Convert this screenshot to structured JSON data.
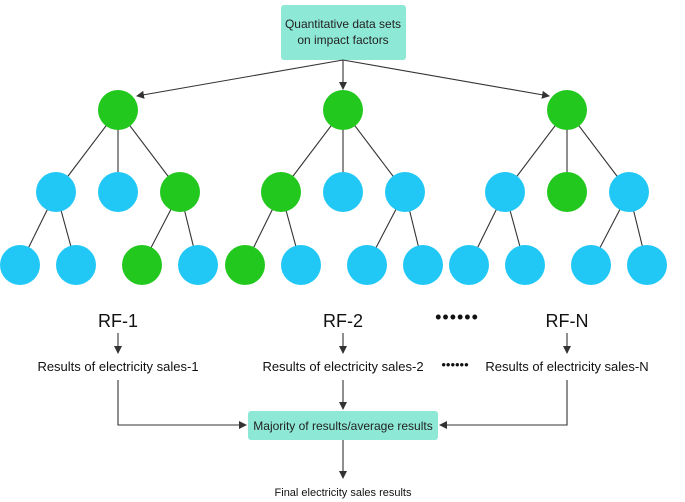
{
  "colors": {
    "green_node": "#22c81e",
    "blue_node": "#22c8f5",
    "box_fill": "#8ee8d6",
    "line": "#333333"
  },
  "top_box": {
    "line1": "Quantitative data sets",
    "line2": "on impact factors"
  },
  "trees": [
    {
      "label": "RF-1",
      "result": "Results of electricity sales-1",
      "nodes": [
        {
          "id": "root",
          "color": "green"
        },
        {
          "id": "c1",
          "color": "blue"
        },
        {
          "id": "c2",
          "color": "blue"
        },
        {
          "id": "c3",
          "color": "green"
        },
        {
          "id": "g1",
          "color": "blue"
        },
        {
          "id": "g2",
          "color": "blue"
        },
        {
          "id": "g3",
          "color": "green"
        },
        {
          "id": "g4",
          "color": "blue"
        }
      ]
    },
    {
      "label": "RF-2",
      "result": "Results of electricity sales-2",
      "nodes": [
        {
          "id": "root",
          "color": "green"
        },
        {
          "id": "c1",
          "color": "green"
        },
        {
          "id": "c2",
          "color": "blue"
        },
        {
          "id": "c3",
          "color": "blue"
        },
        {
          "id": "g1",
          "color": "green"
        },
        {
          "id": "g2",
          "color": "blue"
        },
        {
          "id": "g3",
          "color": "blue"
        },
        {
          "id": "g4",
          "color": "blue"
        }
      ]
    },
    {
      "label": "RF-N",
      "result": "Results of electricity sales-N",
      "nodes": [
        {
          "id": "root",
          "color": "green"
        },
        {
          "id": "c1",
          "color": "blue"
        },
        {
          "id": "c2",
          "color": "green"
        },
        {
          "id": "c3",
          "color": "blue"
        },
        {
          "id": "g1",
          "color": "blue"
        },
        {
          "id": "g2",
          "color": "blue"
        },
        {
          "id": "g3",
          "color": "blue"
        },
        {
          "id": "g4",
          "color": "blue"
        }
      ]
    }
  ],
  "ellipsis_mid": "••••••",
  "ellipsis_results": "••••••",
  "aggregate_box": "Majority of results/average results",
  "final_label": "Final electricity sales results"
}
